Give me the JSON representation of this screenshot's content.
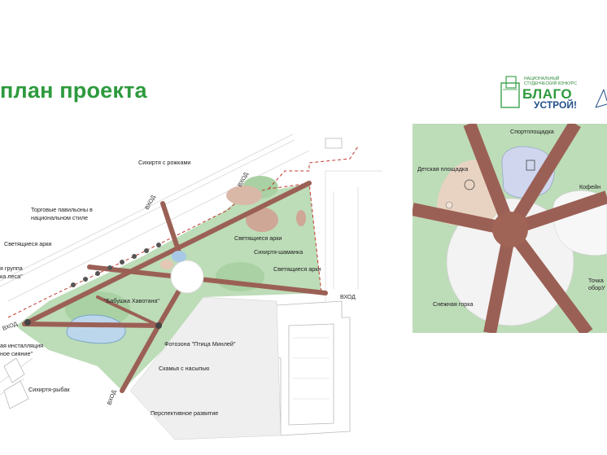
{
  "page": {
    "title": "план проекта"
  },
  "logo": {
    "small_text": "НАЦИОНАЛЬНЫЙ СТУДЕНЧЕСКИЙ КОНКУРС",
    "brand_top": "БЛАГО",
    "brand_bottom": "УСТРОЙ!"
  },
  "main_map": {
    "labels": {
      "sikhirtya_horns": "Сихиртя с рожками",
      "trade_pavilions_1": "Торговые павильоны в",
      "trade_pavilions_2": "национальном стиле",
      "glowing_arches_left": "Светящиеся арки",
      "glowing_arches_center": "Светящиеся арки",
      "glowing_arches_right": "Светящиеся арки",
      "sikhirtya_shaman": "Сихиртя-шаманка",
      "group_1": "я группа",
      "group_2": "ка леса\"",
      "grandma": "\"Бабушка Хавотана\"",
      "installation_1": "ая инсталляция",
      "installation_2": "ное сияние\"",
      "photozone": "Фотозона \"Птица Минлей\"",
      "bench": "Скамья с насыпью",
      "fisherman": "Сихиртя-рыбак",
      "perspective": "Перспективное развитие"
    },
    "entrances": {
      "top_center": "ВХОД",
      "top_left": "ВХОД",
      "right": "ВХОД",
      "left": "ВХОД",
      "bottom": "ВХОД"
    }
  },
  "inset_map": {
    "labels": {
      "sports": "Спортплощадка",
      "kids": "Детская площадка",
      "coffee": "Кофейн",
      "point_1": "Точка",
      "point_2": "оборУ",
      "snow_hill": "Снежная горка"
    }
  },
  "colors": {
    "title_green": "#2e9a3e",
    "path_brown": "#9b6055",
    "lawn_green": "#bddcb8",
    "boundary_red": "#c0392b",
    "logo_blue": "#234f8a"
  }
}
